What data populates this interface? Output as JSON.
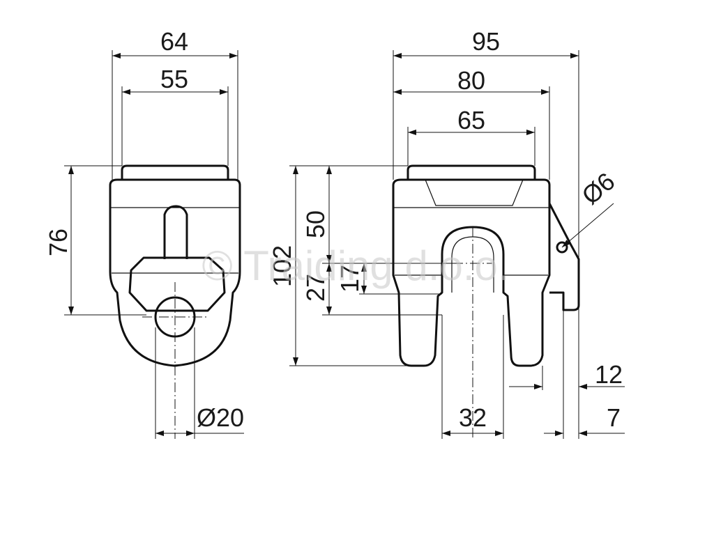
{
  "drawing": {
    "dimensions": {
      "front_width_outer": "64",
      "front_width_inner": "55",
      "front_height": "76",
      "front_hole_diameter": "Ø20",
      "side_width_overall": "95",
      "side_width_body": "80",
      "side_width_top": "65",
      "side_height_total": "102",
      "side_height_upper": "50",
      "side_height_lower": "27",
      "side_height_slot": "17",
      "pin_diameter": "Ø6",
      "flange_offset": "12",
      "flange_thickness": "7",
      "slot_width": "32"
    },
    "watermark": "© Traiding d.o.o."
  }
}
